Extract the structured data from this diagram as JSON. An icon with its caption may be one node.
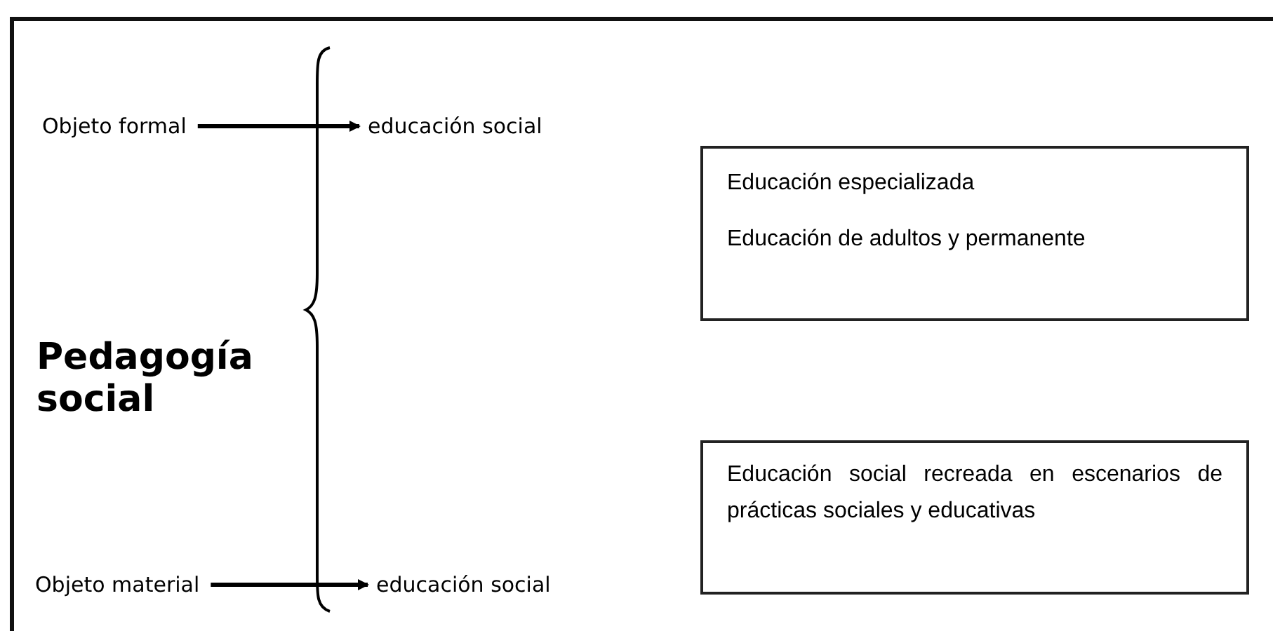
{
  "diagram": {
    "nodes": [
      {
        "text": [
          "Objeto formal"
        ]
      },
      {
        "text": [
          "educación social"
        ]
      },
      {
        "text": [
          "Educación especializada",
          "Educación de adultos y permanente"
        ]
      },
      {
        "text": [
          "Objeto material"
        ]
      },
      {
        "text": [
          "educación social"
        ]
      },
      {
        "text": [
          "Educación social recreada en escenarios de prácticas sociales y educativas"
        ]
      }
    ],
    "edges": [
      {
        "from": 0,
        "to": 1,
        "arrow": "to"
      },
      {
        "from": 3,
        "to": 4,
        "arrow": "to"
      }
    ],
    "labels": [
      "Pedagogía social"
    ]
  }
}
